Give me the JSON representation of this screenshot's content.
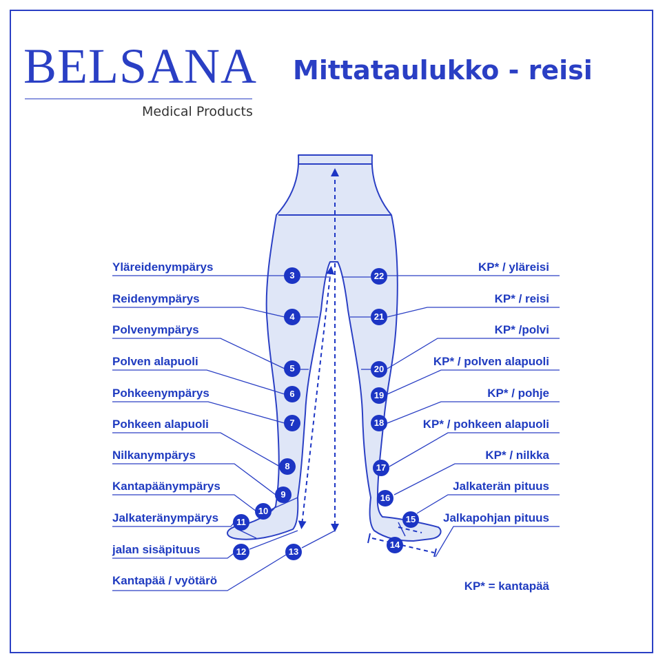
{
  "logo": {
    "wordmark": "BELSANA",
    "subtitle": "Medical Products"
  },
  "title": "Mittataulukko - reisi",
  "colors": {
    "brand_blue": "#2a3fc4",
    "leg_fill": "#dfe6f7",
    "marker_fill": "#1c35c4"
  },
  "left_labels": [
    {
      "num": "3",
      "text": "Yläreidenympärys"
    },
    {
      "num": "4",
      "text": "Reidenympärys"
    },
    {
      "num": "5",
      "text": "Polvenympärys"
    },
    {
      "num": "6",
      "text": "Polven alapuoli"
    },
    {
      "num": "7",
      "text": "Pohkeenympärys"
    },
    {
      "num": "8",
      "text": "Pohkeen alapuoli"
    },
    {
      "num": "9",
      "text": "Nilkanympärys"
    },
    {
      "num": "10",
      "text": "Kantapäänympärys"
    },
    {
      "num": "11",
      "text": "Jalkateränympärys"
    },
    {
      "num": "12",
      "text": "jalan sisäpituus"
    },
    {
      "num": "13",
      "text": "Kantapää / vyötärö"
    }
  ],
  "right_labels": [
    {
      "num": "22",
      "text": "KP* / yläreisi"
    },
    {
      "num": "21",
      "text": "KP* / reisi"
    },
    {
      "num": "20",
      "text": "KP* /polvi"
    },
    {
      "num": "19",
      "text": "KP* / polven alapuoli"
    },
    {
      "num": "18",
      "text": "KP* / pohje"
    },
    {
      "num": "17",
      "text": "KP* / pohkeen alapuoli"
    },
    {
      "num": "16",
      "text": "KP* / nilkka"
    },
    {
      "num": "15",
      "text": "Jalkaterän pituus"
    },
    {
      "num": "14",
      "text": "Jalkapohjan pituus"
    }
  ],
  "footnote": "KP* = kantapää"
}
